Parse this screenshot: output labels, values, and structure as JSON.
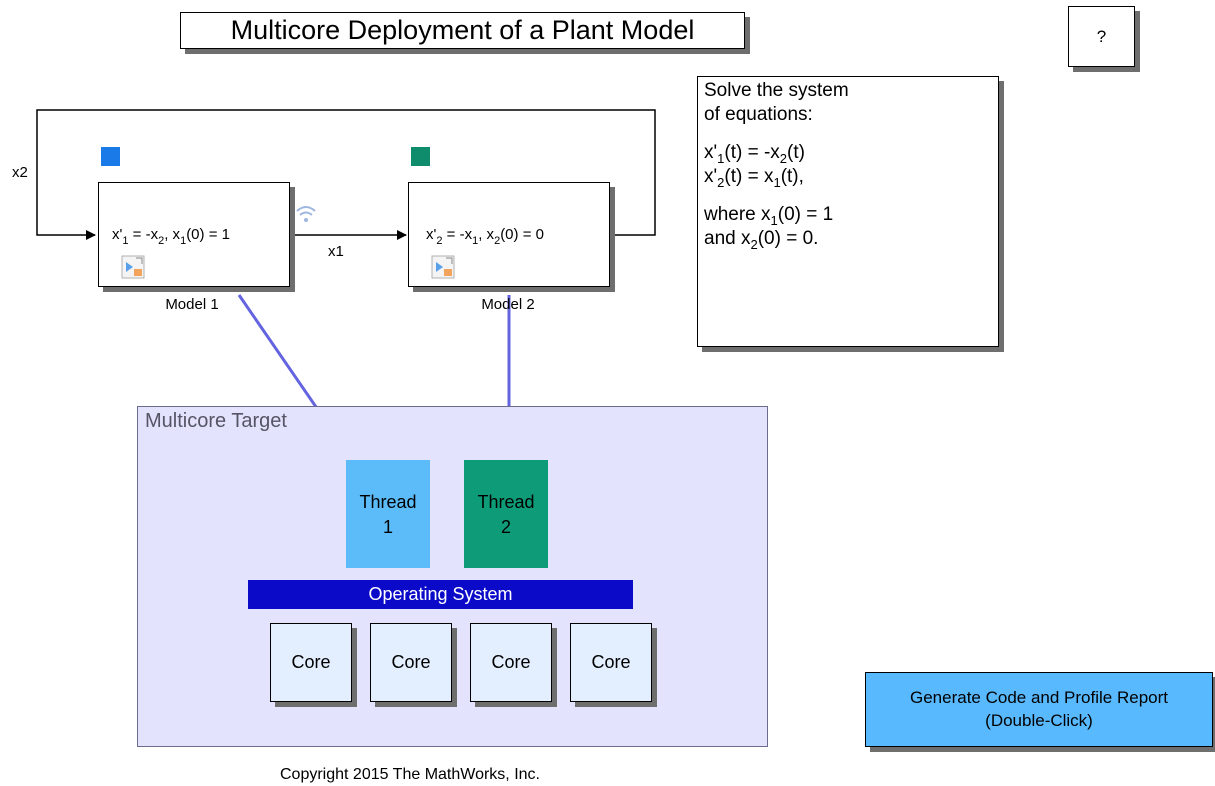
{
  "title": "Multicore Deployment of a Plant Model",
  "help_button": "?",
  "notes": {
    "line1": "Solve the system",
    "line2": "of equations:",
    "eq1": {
      "a": "x'",
      "a_sub": "1",
      "b": "(t) = -x",
      "b_sub": "2",
      "c": "(t)"
    },
    "eq2": {
      "a": "x'",
      "a_sub": "2",
      "b": "(t) = x",
      "b_sub": "1",
      "c": "(t),"
    },
    "cond1": {
      "a": "where x",
      "a_sub": "1",
      "b": "(0) = 1"
    },
    "cond2": {
      "a": "and x",
      "a_sub": "2",
      "b": "(0) = 0."
    }
  },
  "model1": {
    "name": "Model 1",
    "eq": {
      "p1": "x'",
      "s1": "1",
      "p2": " = -x",
      "s2": "2",
      "p3": ", x",
      "s3": "1",
      "p4": "(0) = 1"
    },
    "badge_color": "#1a7ae8"
  },
  "model2": {
    "name": "Model 2",
    "eq": {
      "p1": "x'",
      "s1": "2",
      "p2": " = -x",
      "s2": "1",
      "p3": ", x",
      "s3": "2",
      "p4": "(0) = 0"
    },
    "badge_color": "#0f8c6c"
  },
  "signals": {
    "x1": "x1",
    "x2": "x2"
  },
  "target": {
    "label": "Multicore Target",
    "threads": [
      {
        "line1": "Thread",
        "line2": "1",
        "color": "#5cbcfa"
      },
      {
        "line1": "Thread",
        "line2": "2",
        "color": "#0e9c78"
      }
    ],
    "os_label": "Operating System",
    "cores": [
      "Core",
      "Core",
      "Core",
      "Core"
    ]
  },
  "generate_button": {
    "line1": "Generate Code and Profile Report",
    "line2": "(Double-Click)"
  },
  "copyright": "Copyright 2015 The MathWorks, Inc."
}
